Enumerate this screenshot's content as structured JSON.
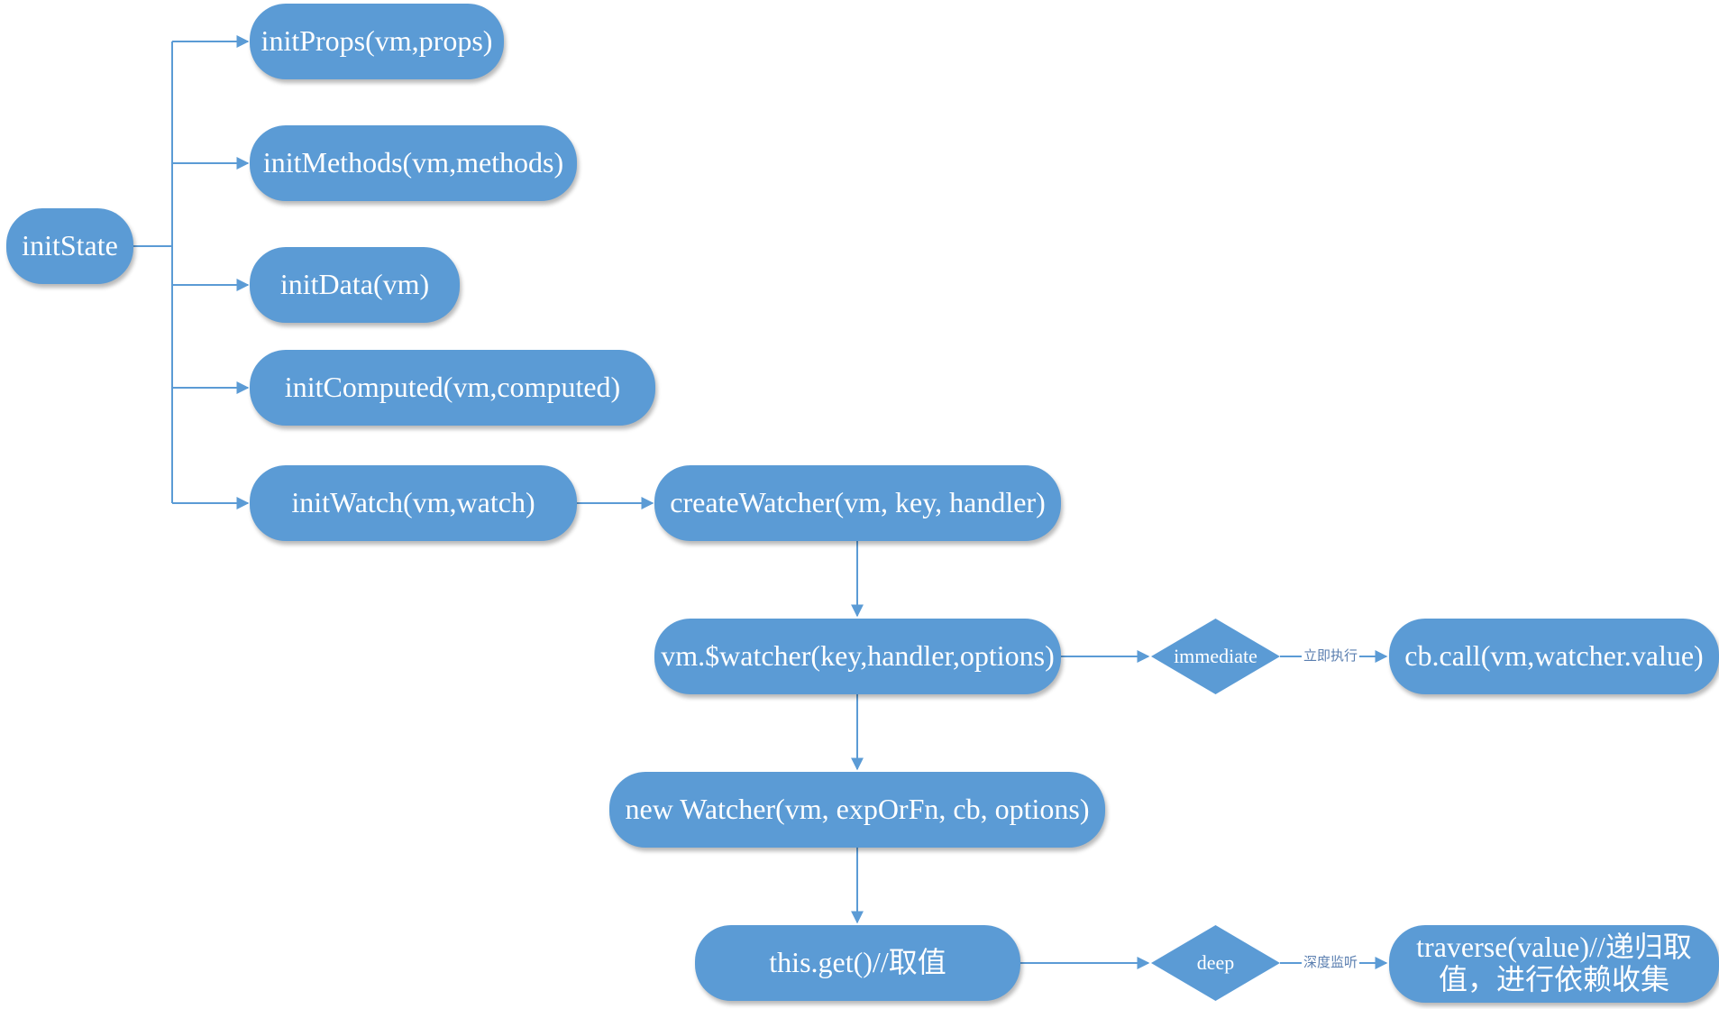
{
  "nodes": {
    "init_state": "initState",
    "init_props": "initProps(vm,props)",
    "init_methods": "initMethods(vm,methods)",
    "init_data": "initData(vm)",
    "init_computed": "initComputed(vm,computed)",
    "init_watch": "initWatch(vm,watch)",
    "create_watcher": "createWatcher(vm, key, handler)",
    "vm_watcher": "vm.$watcher(key,handler,options)",
    "new_watcher": "new Watcher(vm, expOrFn, cb, options)",
    "this_get": "this.get()//取值",
    "cb_call": "cb.call(vm,watcher.value)",
    "traverse": "traverse(value)//递归取值，进行依赖收集"
  },
  "decisions": {
    "immediate": "immediate",
    "deep": "deep"
  },
  "edge_labels": {
    "immediate_exec": "立即执行",
    "deep_watch": "深度监听"
  },
  "colors": {
    "node_fill": "#5b9bd5",
    "node_text": "#ffffff",
    "connector": "#5b9bd5",
    "edge_label_text": "#5b7fb0"
  }
}
